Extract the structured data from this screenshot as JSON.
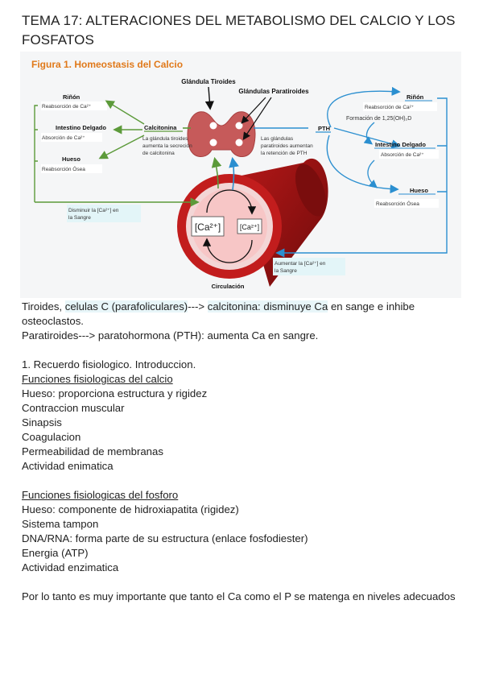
{
  "title": "TEMA 17: ALTERACIONES DEL METABOLISMO DEL CALCIO Y LOS FOSFATOS",
  "figure": {
    "title": "Figura 1. Homeostasis del Calcio",
    "glandula_tiroides": "Glándula Tiroides",
    "glandulas_paratiroides": "Glándulas Paratiroides",
    "calcitonina": "Calcitonina",
    "calcitonina_desc": [
      "La glándula tiroides",
      "aumenta la secreción",
      "de calcitonina"
    ],
    "pth": "PTH",
    "pth_desc": [
      "Las glándulas",
      "paratiroides aumentan",
      "la retención de PTH"
    ],
    "left_targets": [
      {
        "name": "Riñón",
        "effect": "Reabsorción de Ca²⁺"
      },
      {
        "name": "Intestino Delgado",
        "effect": "Absorción de Ca²⁺"
      },
      {
        "name": "Hueso",
        "effect": "Reabsorción Ósea"
      }
    ],
    "right_targets": {
      "rinon": "Riñón",
      "rinon_effects": [
        "Reabsorción de Ca²⁺",
        "Formación de 1,25(OH)₂D"
      ],
      "intestino": "Intestino Delgado",
      "intestino_effect": "Absorción de Ca²⁺",
      "hueso": "Hueso",
      "hueso_effect": "Reabsorción Ósea"
    },
    "disminuir": [
      "Disminuir la [Ca²⁺] en",
      "la Sangre"
    ],
    "aumentar": [
      "Aumentar la [Ca²⁺] en",
      "la Sangre"
    ],
    "ca_big": "[Ca²⁺]",
    "ca_small": "[Ca²⁺]",
    "circulacion": "Circulación"
  },
  "body": {
    "line1": {
      "a": "Tiroides, ",
      "b": "celulas C (parafoliculares)",
      "c": "---> ",
      "d": "calcitonina: disminuye Ca",
      "e": " en sange e inhibe osteoclastos."
    },
    "line2": "Paratiroides---> paratohormona (PTH): aumenta Ca en sangre.",
    "section1": "1. Recuerdo fisiologico. Introduccion.",
    "calcio_heading": "Funciones fisiologicas del calcio",
    "calcio_items": [
      "Hueso: proporciona estructura y rigidez",
      "Contraccion muscular",
      "Sinapsis",
      "Coagulacion",
      "Permeabilidad de membranas",
      "Actividad enimatica"
    ],
    "fosforo_heading": "Funciones fisiologicas del fosforo",
    "fosforo_items": [
      "Hueso: componente de hidroxiapatita (rigidez)",
      "Sistema tampon",
      "DNA/RNA: forma parte de su estructura (enlace fosfodiester)",
      "Energia (ATP)",
      "Actividad enzimatica"
    ],
    "conclusion": "Por lo tanto es muy importante que tanto el Ca como el P se matenga en niveles adecuados"
  },
  "colors": {
    "figure_title": "#e0791a",
    "green": "#5c9a3a",
    "blue": "#2b8fd0",
    "vessel_dark": "#8e1414",
    "vessel_red": "#c21d1d",
    "thyroid": "#c65a5a"
  }
}
